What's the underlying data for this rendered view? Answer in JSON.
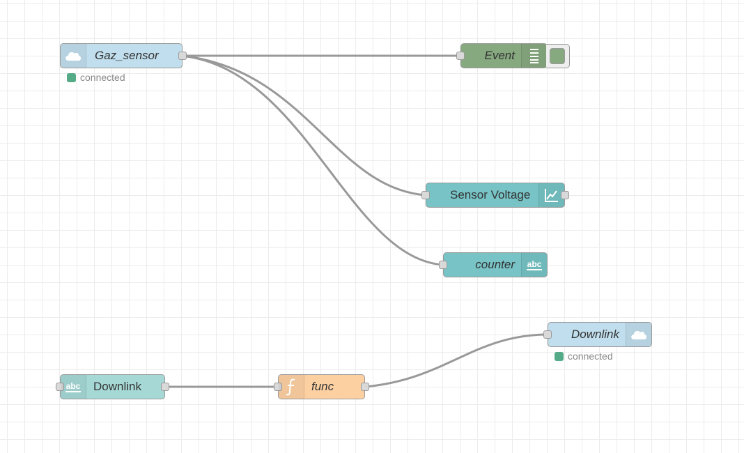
{
  "colors": {
    "grid": "#ececec",
    "wire": "#999999",
    "mqtt": "#c0deed",
    "debug": "#87a980",
    "dashboard": "#77c3c6",
    "inject_text": "#a6d9d6",
    "function": "#fdd0a2",
    "status_connected": "#5a8"
  },
  "nodes": {
    "gaz_sensor": {
      "label": "Gaz_sensor",
      "icon": "cloud-icon",
      "status": "connected"
    },
    "event": {
      "label": "Event",
      "icon": "list-icon"
    },
    "sensor_voltage": {
      "label": "Sensor Voltage",
      "icon": "chart-icon"
    },
    "counter": {
      "label": "counter",
      "icon": "abc-icon"
    },
    "downlink_in": {
      "label": "Downlink",
      "icon": "abc-icon"
    },
    "func": {
      "label": "func",
      "icon": "function-icon"
    },
    "downlink_out": {
      "label": "Downlink",
      "icon": "cloud-icon",
      "status": "connected"
    }
  }
}
